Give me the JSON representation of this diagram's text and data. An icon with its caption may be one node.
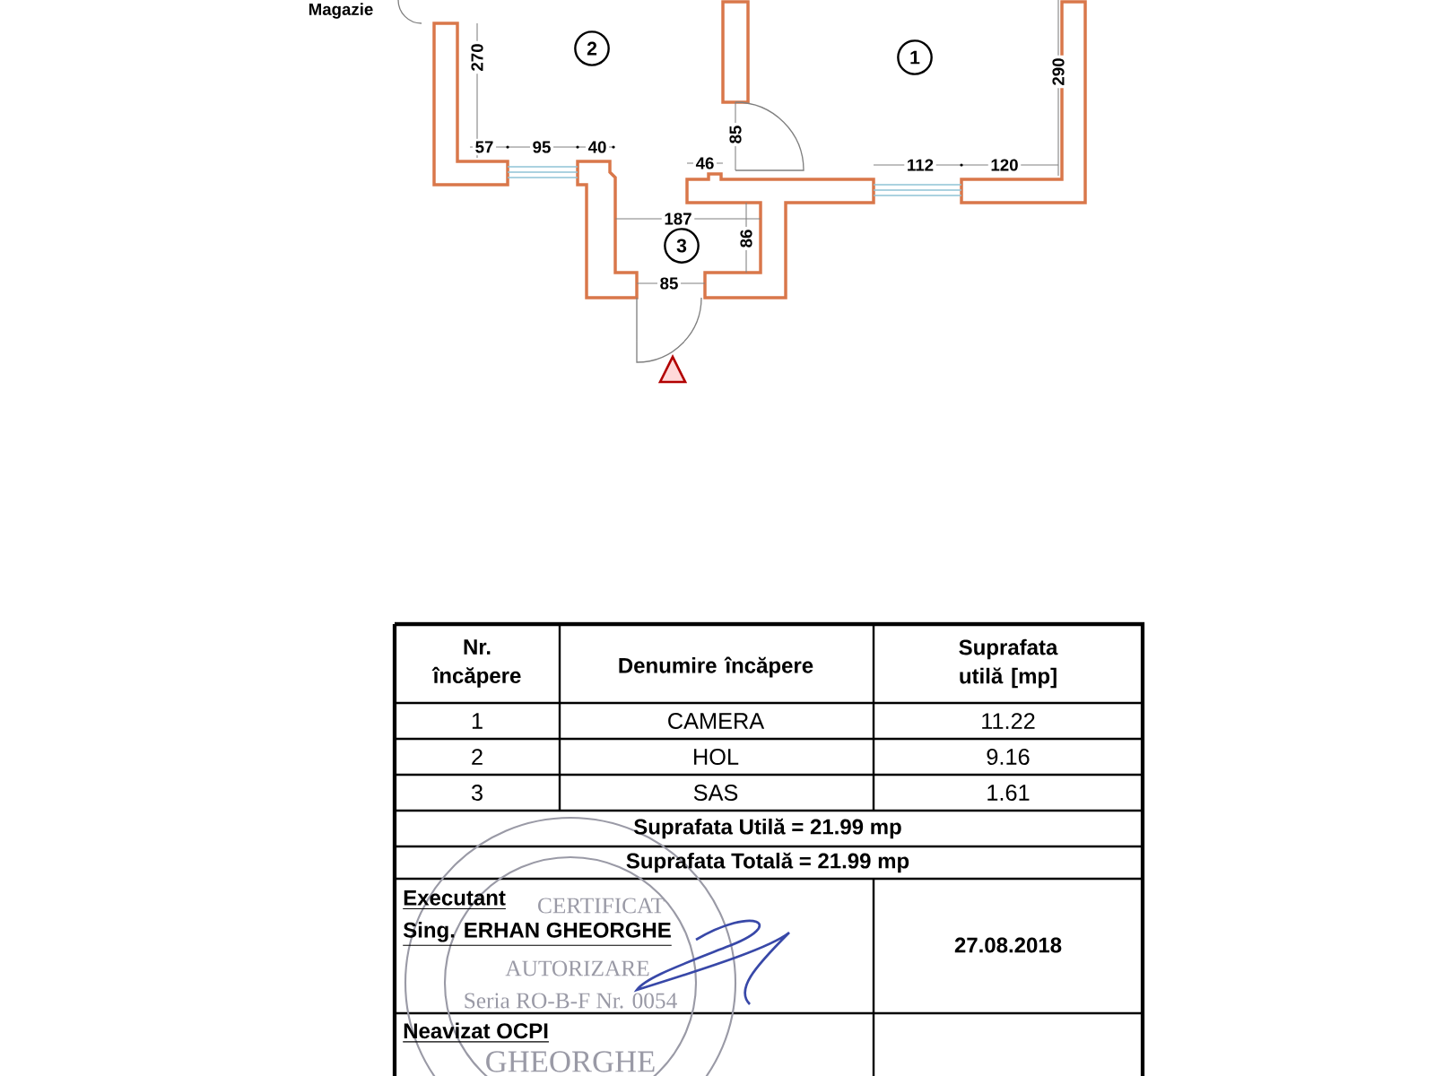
{
  "diagram": {
    "nodes": [
      {
        "text": [
          "2"
        ]
      },
      {
        "text": [
          "1"
        ]
      },
      {
        "text": [
          "3"
        ]
      }
    ],
    "edges": [],
    "labels": [
      "Magazie",
      "270",
      "290",
      "85",
      "57",
      "95",
      "40",
      "46",
      "112",
      "120",
      "187",
      "86",
      "85",
      "Nr. încăpere",
      "Denumire încăpere",
      "Suprafata utilă [mp]",
      "1",
      "CAMERA",
      "11.22",
      "2",
      "HOL",
      "9.16",
      "3",
      "SAS",
      "1.61",
      "Suprafata Utilă = 21.99 mp",
      "Suprafata Totală = 21.99 mp",
      "Executant",
      "Sing. ERHAN GHEORGHE",
      "27.08.2018",
      "Neavizat OCPI",
      "CERTIFICAT",
      "AUTORIZARE",
      "Seria RO-B-F Nr. 0054",
      "GHEORGHE"
    ]
  }
}
